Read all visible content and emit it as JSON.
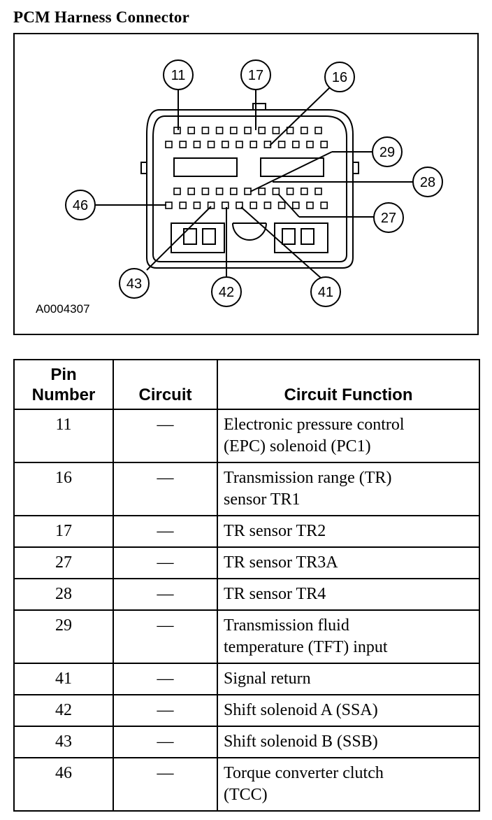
{
  "title": "PCM Harness Connector",
  "diagram": {
    "figure_id": "A0004307",
    "callouts": {
      "p11": "11",
      "p17": "17",
      "p16": "16",
      "p29": "29",
      "p28": "28",
      "p46": "46",
      "p27": "27",
      "p43": "43",
      "p42": "42",
      "p41": "41"
    }
  },
  "table": {
    "headers": {
      "pin_line1": "Pin",
      "pin_line2": "Number",
      "circuit": "Circuit",
      "function": "Circuit Function"
    },
    "rows": [
      {
        "pin": "11",
        "circuit": "—",
        "function_l1": "Electronic pressure control",
        "function_l2": "(EPC) solenoid (PC1)"
      },
      {
        "pin": "16",
        "circuit": "—",
        "function_l1": "Transmission range (TR)",
        "function_l2": "sensor TR1"
      },
      {
        "pin": "17",
        "circuit": "—",
        "function_l1": "TR sensor TR2",
        "function_l2": ""
      },
      {
        "pin": "27",
        "circuit": "—",
        "function_l1": "TR sensor TR3A",
        "function_l2": ""
      },
      {
        "pin": "28",
        "circuit": "—",
        "function_l1": "TR sensor TR4",
        "function_l2": ""
      },
      {
        "pin": "29",
        "circuit": "—",
        "function_l1": "Transmission fluid",
        "function_l2": "temperature (TFT) input"
      },
      {
        "pin": "41",
        "circuit": "—",
        "function_l1": "Signal return",
        "function_l2": ""
      },
      {
        "pin": "42",
        "circuit": "—",
        "function_l1": "Shift solenoid A (SSA)",
        "function_l2": ""
      },
      {
        "pin": "43",
        "circuit": "—",
        "function_l1": "Shift solenoid B (SSB)",
        "function_l2": ""
      },
      {
        "pin": "46",
        "circuit": "—",
        "function_l1": "Torque converter clutch",
        "function_l2": "(TCC)"
      }
    ]
  }
}
